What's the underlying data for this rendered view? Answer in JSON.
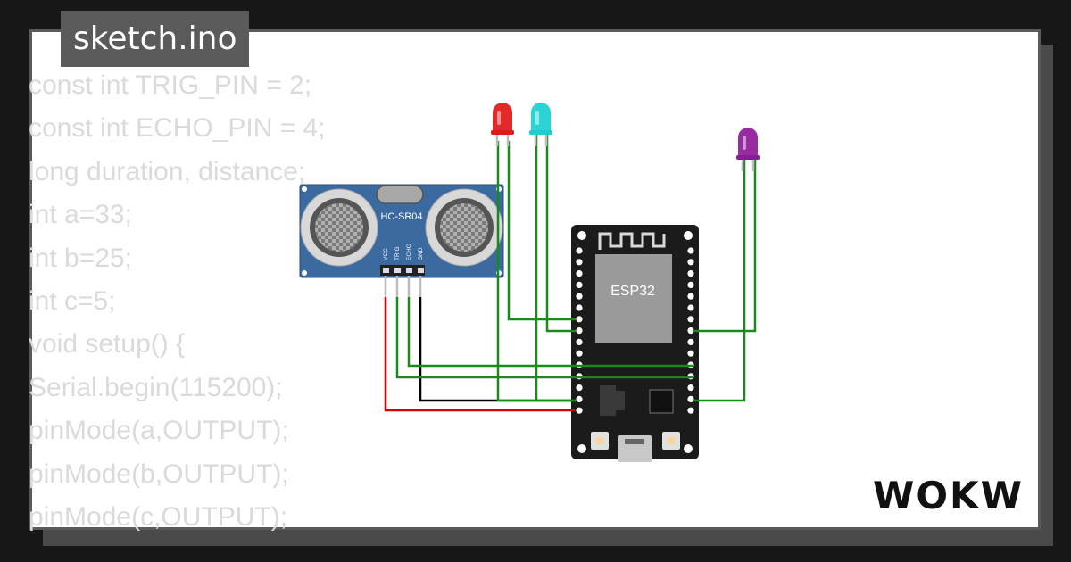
{
  "editor": {
    "filename": "sketch.ino",
    "code_lines": [
      "const int TRIG_PIN = 2;",
      "const int ECHO_PIN = 4;",
      "long duration, distance;",
      "int a=33;",
      "int b=25;",
      "int c=5;",
      "void setup() {",
      "Serial.begin(115200);",
      "pinMode(a,OUTPUT);",
      "pinMode(b,OUTPUT);",
      "pinMode(c,OUTPUT);"
    ]
  },
  "sensor": {
    "model": "HC-SR04",
    "pins": [
      "VCC",
      "TRIG",
      "ECHO",
      "GND"
    ]
  },
  "board": {
    "chip_label": "ESP32"
  },
  "leds": [
    {
      "color": "#e01818"
    },
    {
      "color": "#18d0d0"
    },
    {
      "color": "#8e1a9a"
    }
  ],
  "brand": {
    "logo_text": "WOKWi"
  },
  "colors": {
    "background": "#171717",
    "card": "#ffffff",
    "tab": "#5a5a5a",
    "code_text": "#dadada",
    "wire_green": "#1a8a1a",
    "wire_red": "#d40000",
    "wire_black": "#000000",
    "sensor_blue": "#3b6aa0",
    "board_black": "#1b1b1b",
    "chip_grey": "#9a9a9a"
  }
}
